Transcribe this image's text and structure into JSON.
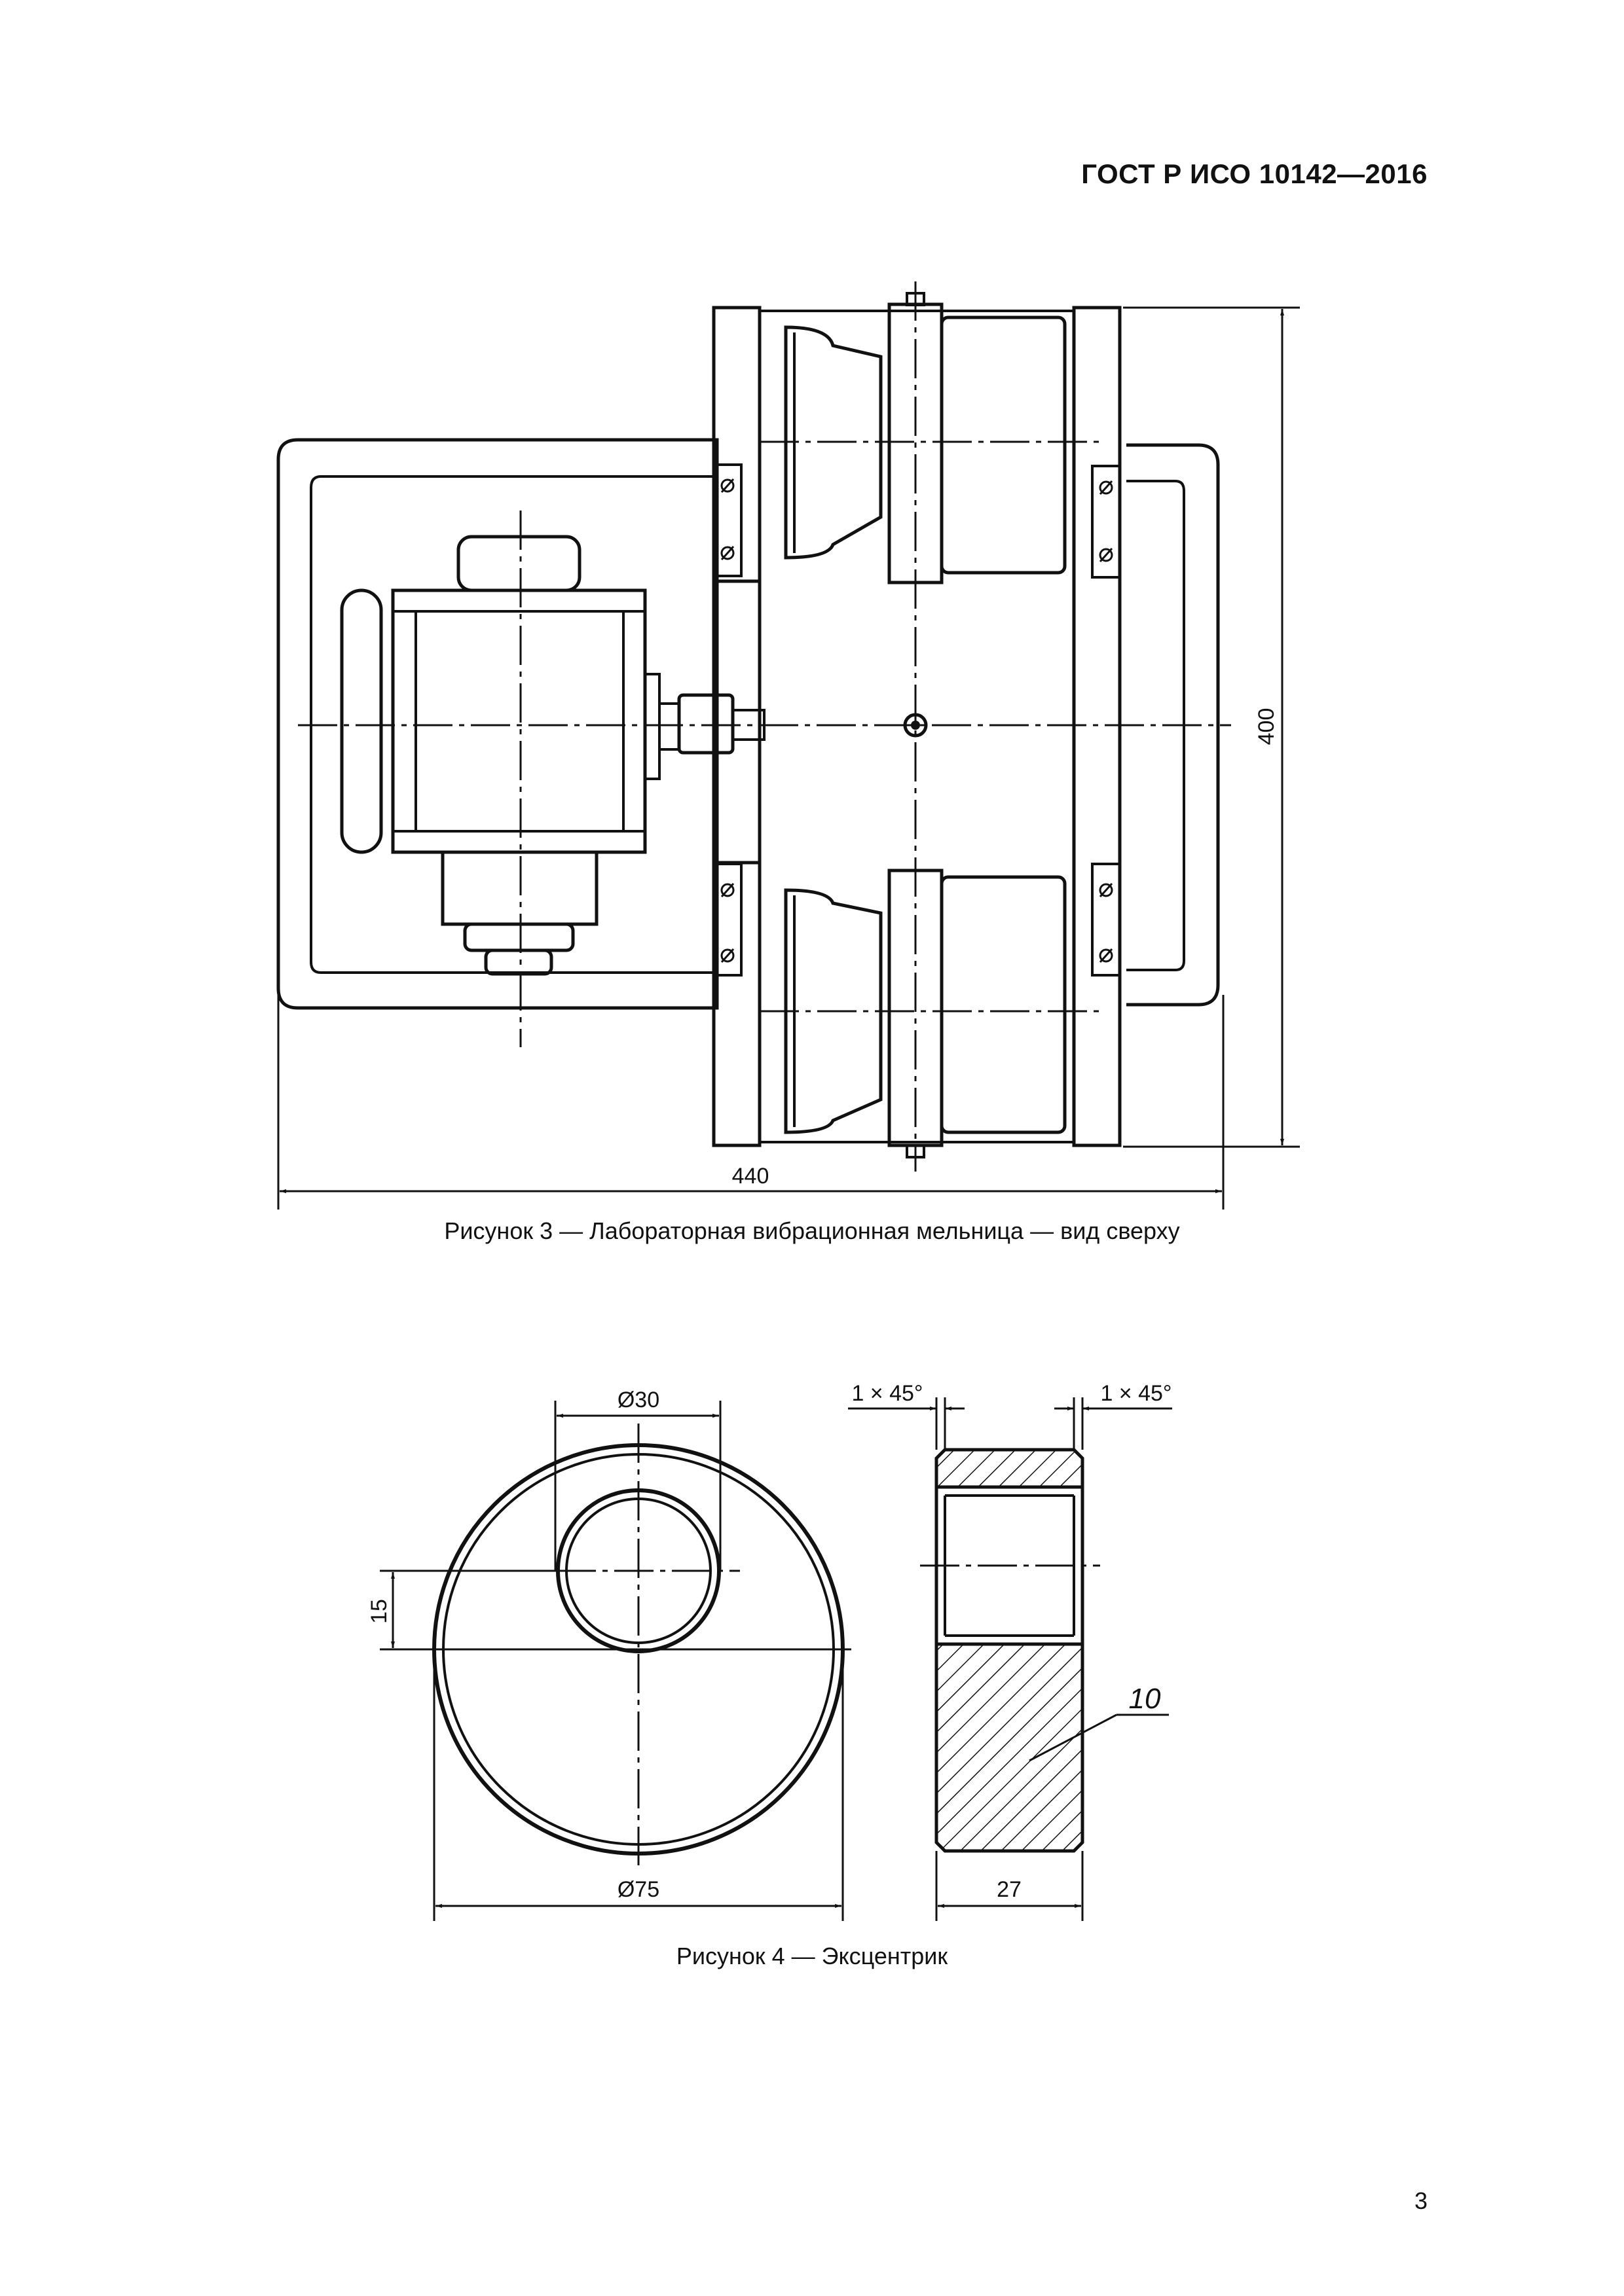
{
  "header": {
    "standard_id": "ГОСТ Р ИСО 10142—2016"
  },
  "figure3": {
    "caption": "Рисунок 3 — Лабораторная вибрационная мельница — вид сверху",
    "dim_height": "400",
    "dim_width": "440"
  },
  "figure4": {
    "caption": "Рисунок 4 — Эксцентрик",
    "dim_bore_diameter": "Ø30",
    "dim_offset": "15",
    "dim_outer_diameter": "Ø75",
    "dim_chamfer_left": "1 × 45°",
    "dim_chamfer_right": "1 × 45°",
    "dim_thickness": "27",
    "callout": "10"
  },
  "page_number": "3"
}
